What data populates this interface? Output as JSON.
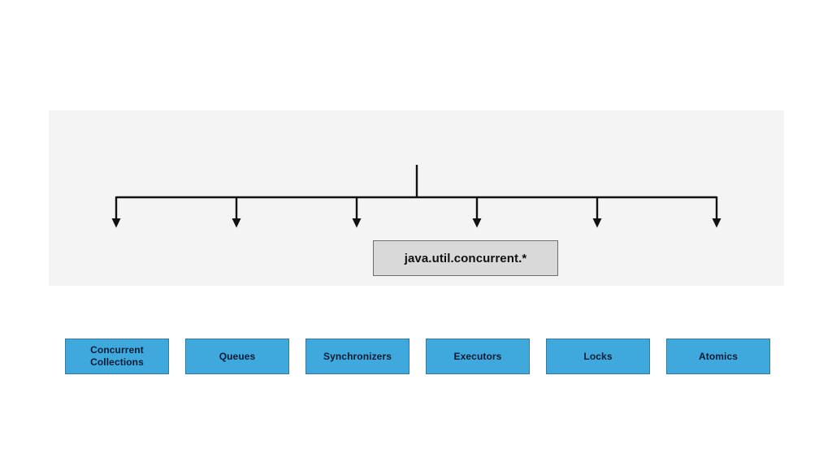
{
  "diagram": {
    "title_text": "java.util.concurrent.*",
    "panel_color": "#f4f4f4",
    "root": {
      "label": "java.util.concurrent.*",
      "fill": "#d9d9d9",
      "border": "#6e6e6e"
    },
    "children": [
      {
        "label_line1": "Concurrent",
        "label_line2": "Collections",
        "fill": "#3fa9dd",
        "border": "#39789c"
      },
      {
        "label_line1": "Queues",
        "label_line2": "",
        "fill": "#3fa9dd",
        "border": "#39789c"
      },
      {
        "label_line1": "Synchronizers",
        "label_line2": "",
        "fill": "#3fa9dd",
        "border": "#39789c"
      },
      {
        "label_line1": "Executors",
        "label_line2": "",
        "fill": "#3fa9dd",
        "border": "#39789c"
      },
      {
        "label_line1": "Locks",
        "label_line2": "",
        "fill": "#3fa9dd",
        "border": "#39789c"
      },
      {
        "label_line1": "Atomics",
        "label_line2": "",
        "fill": "#3fa9dd",
        "border": "#39789c"
      }
    ],
    "connector_color": "#111111"
  }
}
